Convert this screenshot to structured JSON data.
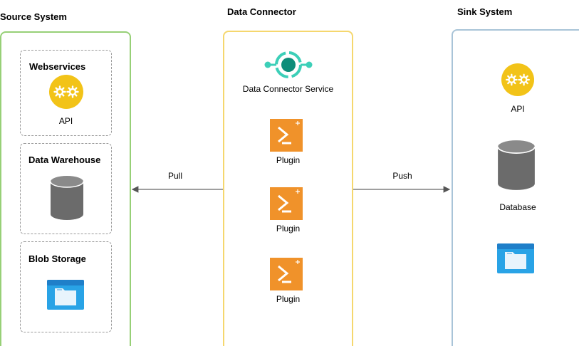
{
  "source": {
    "title": "Source System",
    "webservices": {
      "title": "Webservices",
      "api_label": "API"
    },
    "data_warehouse": {
      "title": "Data Warehouse"
    },
    "blob_storage": {
      "title": "Blob Storage"
    }
  },
  "connector": {
    "title": "Data Connector",
    "service_label": "Data Connector Service",
    "plugins": [
      "Plugin",
      "Plugin",
      "Plugin"
    ]
  },
  "sink": {
    "title": "Sink System",
    "api_label": "API",
    "database_label": "Database"
  },
  "edges": {
    "pull_label": "Pull",
    "push_label": "Push"
  },
  "icons": {
    "api": "gears-icon",
    "database": "database-cylinder-icon",
    "storage": "storage-folder-icon",
    "service": "connector-hub-icon",
    "plugin": "powershell-plugin-icon"
  },
  "colors": {
    "source_border": "#97d077",
    "connector_border": "#f5d76e",
    "sink_border": "#a9c4d8",
    "plugin_orange": "#f0922a",
    "api_yellow": "#f2c318",
    "database_gray": "#6b6b6b",
    "storage_blue": "#1f88d8",
    "service_teal": "#3ccfb8"
  }
}
